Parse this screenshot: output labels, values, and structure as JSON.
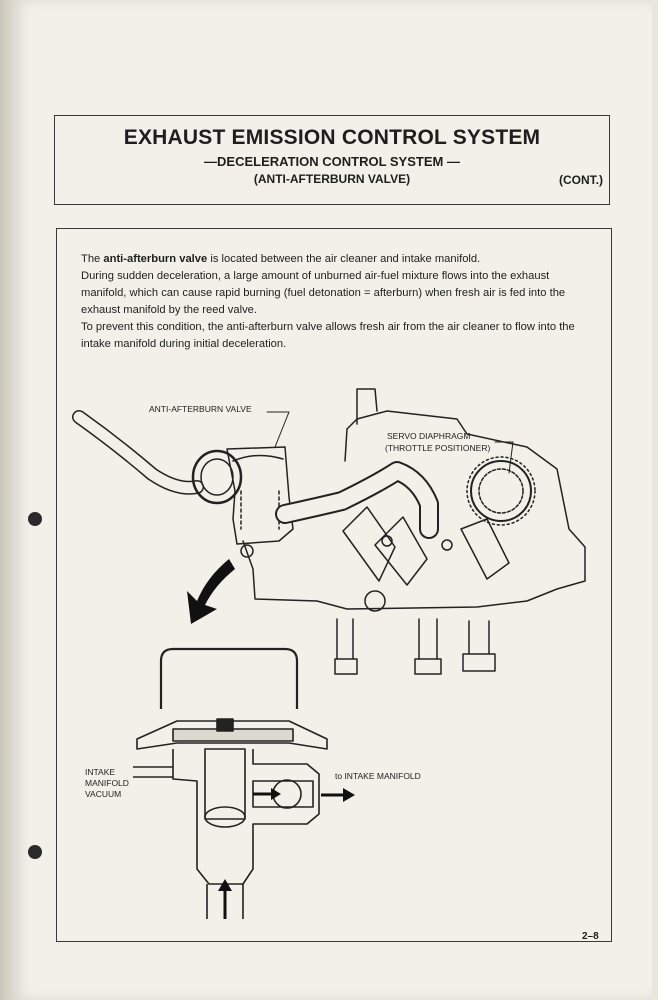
{
  "header": {
    "title": "EXHAUST EMISSION CONTROL SYSTEM",
    "subtitle": "—DECELERATION CONTROL SYSTEM —",
    "subsubtitle": "(ANTI-AFTERBURN VALVE)",
    "cont": "(CONT.)"
  },
  "body": {
    "p1_bold": "anti-afterburn valve",
    "p1_pre": "The ",
    "p1_post": " is located between the air cleaner and intake manifold.",
    "p2": "During sudden deceleration,  a  large amount of unburned air-fuel mixture flows into the exhaust manifold, which can cause rapid burning (fuel detonation = afterburn) when fresh air is fed into the exhaust manifold by the reed valve.",
    "p3": "To prevent this condition, the anti-afterburn valve allows fresh air from the air cleaner to flow into the intake manifold during initial deceleration."
  },
  "diagram": {
    "label_valve": "ANTI-AFTERBURN VALVE",
    "label_servo_1": "SERVO DIAPHRAGM",
    "label_servo_2": "(THROTTLE POSITIONER)",
    "label_intake_1": "INTAKE",
    "label_intake_2": "MANIFOLD",
    "label_intake_3": "VACUUM",
    "label_to_intake": "to INTAKE MANIFOLD"
  },
  "footer": {
    "page_number": "2–8"
  }
}
